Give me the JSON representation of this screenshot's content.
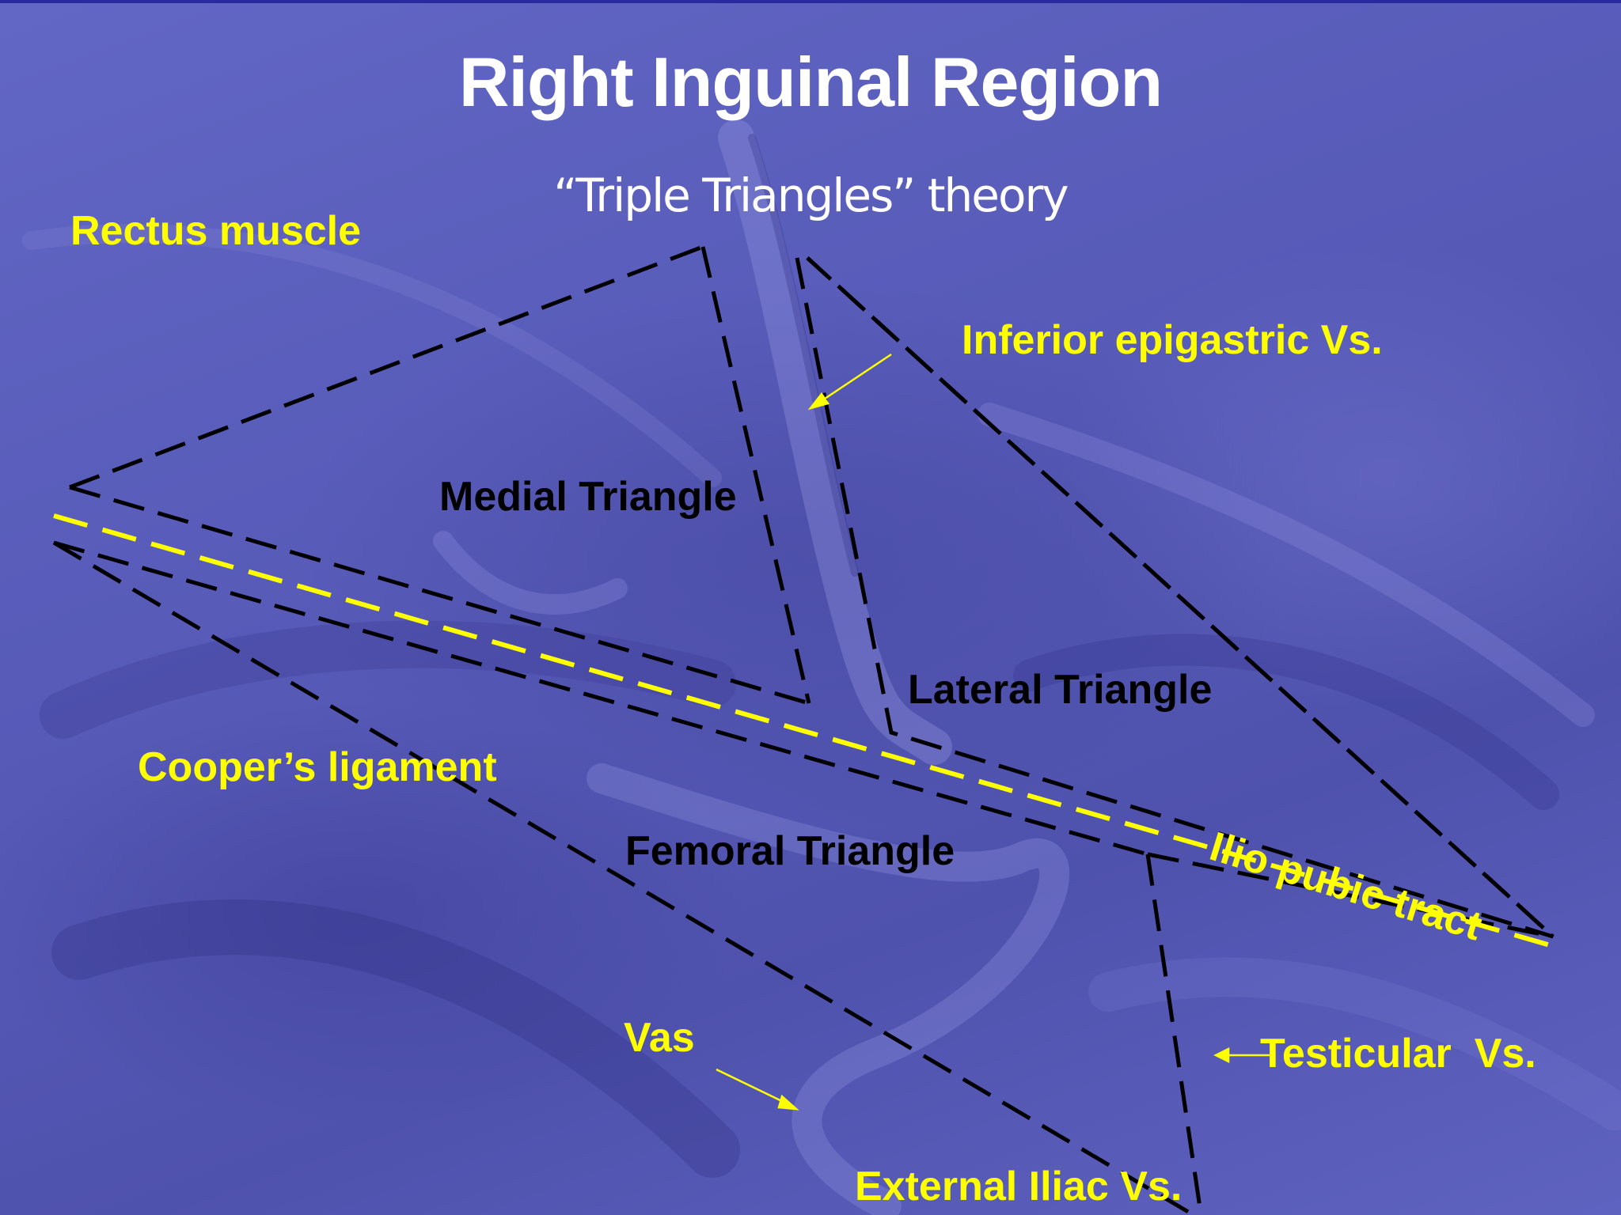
{
  "slide": {
    "title": "Right Inguinal Region",
    "subtitle": "“Triple Triangles” theory"
  },
  "labels": {
    "rectus": "Rectus muscle",
    "epigastric": "Inferior epigastric Vs.",
    "medial": "Medial Triangle",
    "lateral": "Lateral Triangle",
    "cooper": "Cooper’s ligament",
    "iliopubic": "Ilio pubic tract",
    "femoral": "Femoral Triangle",
    "vas": "Vas",
    "testicular": "Testicular  Vs.",
    "iliac": "External Iliac Vs."
  },
  "colors": {
    "background": "#5a5eb8",
    "title": "#ffffff",
    "label_yellow": "#ffff00",
    "label_black": "#000000",
    "dashed_black": "#000000",
    "dashed_yellow": "#ffff00"
  }
}
